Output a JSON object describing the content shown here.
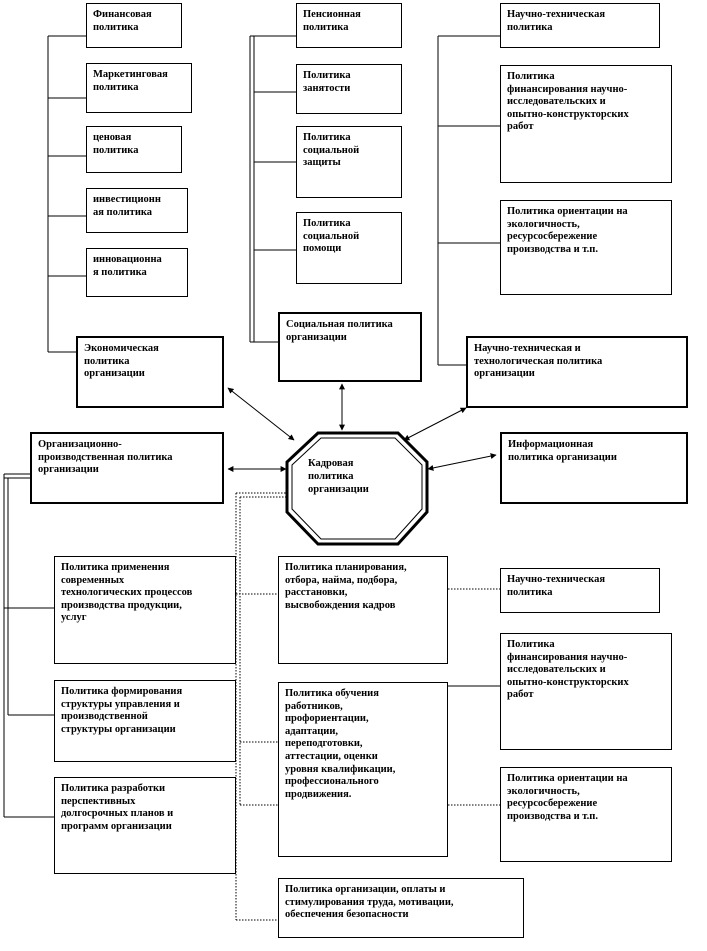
{
  "center": {
    "label": "Кадровая\nполитика\nорганизации"
  },
  "economic": {
    "main": "Экономическая\nполитика\nорганизации",
    "items": [
      "Финансовая\nполитика",
      "Маркетинговая\nполитика",
      "ценовая\nполитика",
      "инвестиционн\nая политика",
      "инновационна\nя политика"
    ]
  },
  "social": {
    "main": "Социальная политика\nорганизации",
    "items": [
      "Пенсионная\nполитика",
      "Политика\nзанятости",
      "Политика\nсоциальной\nзащиты",
      "Политика\nсоциальной\nпомощи"
    ]
  },
  "scitech": {
    "main": "Научно-техническая и\nтехнологическая политика\nорганизации",
    "items": [
      "Научно-техническая\nполитика",
      "Политика\nфинансирования научно-\nисследовательских и\nопытно-конструкторских\nработ",
      "Политика ориентации на\nэкологичность,\nресурсосбережение\nпроизводства и т.п."
    ]
  },
  "info": {
    "main": "Информационная\nполитика организации"
  },
  "production": {
    "main": "Организационно-\nпроизводственная политика\nорганизации",
    "items": [
      "Политика применения\nсовременных\nтехнологических процессов\nпроизводства продукции,\nуслуг",
      "Политика формирования\nструктуры управления и\nпроизводственной\nструктуры организации",
      "Политика разработки\nперспективных\nдолгосрочных планов и\nпрограмм организации"
    ]
  },
  "hr": {
    "items": [
      "Политика планирования,\nотбора, найма, подбора,\nрасстановки,\nвысвобождения кадров",
      "Политика обучения\nработников,\nпрофориентации,\nадаптации,\nпереподготовки,\nаттестации, оценки\nуровня квалификации,\nпрофессионального\nпродвижения.",
      "Политика организации, оплаты и\nстимулирования труда, мотивации,\nобеспечения безопасности"
    ]
  },
  "right_lower": {
    "items": [
      "Научно-техническая\nполитика",
      "Политика\nфинансирования научно-\nисследовательских и\nопытно-конструкторских\nработ",
      "Политика ориентации на\nэкологичность,\nресурсосбережение\nпроизводства и т.п."
    ]
  }
}
